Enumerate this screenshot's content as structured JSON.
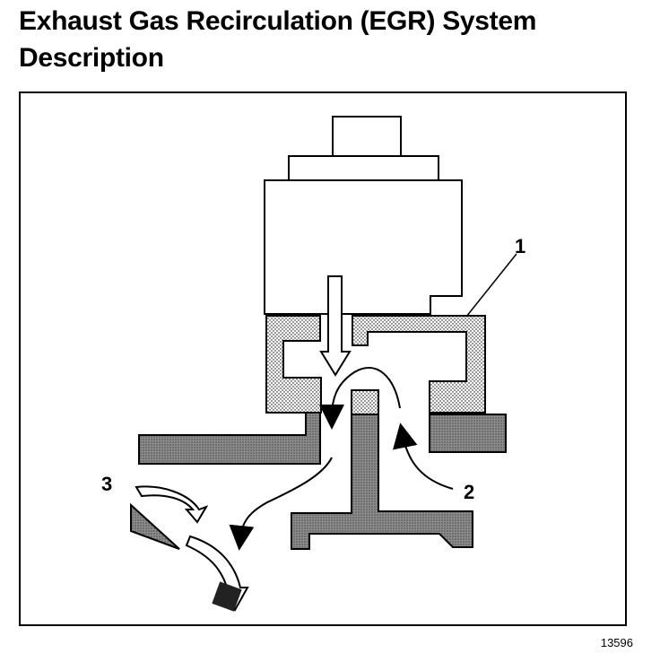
{
  "title": {
    "line1": "Exhaust Gas Recirculation (EGR) System",
    "line2": "Description"
  },
  "figure_number": "13596",
  "callouts": {
    "c1": "1",
    "c2": "2",
    "c3": "3"
  },
  "colors": {
    "ink": "#000000",
    "dotted_fill": "#d8d8d8",
    "dense_fill": "#9a9a9a",
    "background": "#ffffff"
  }
}
